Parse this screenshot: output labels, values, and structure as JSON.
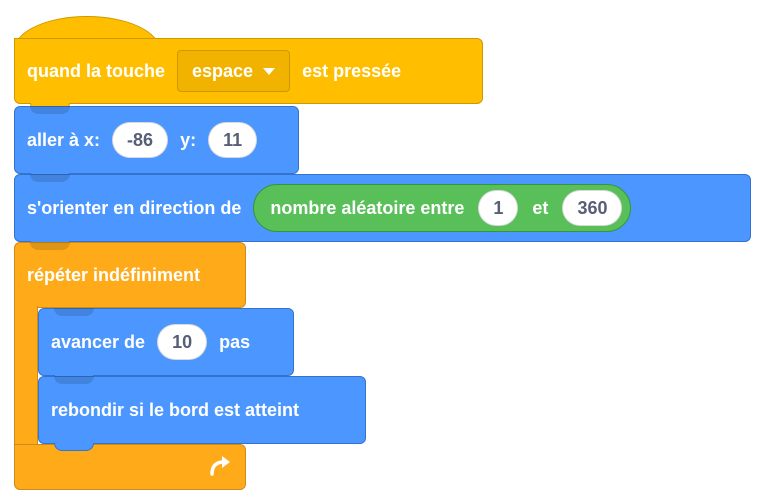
{
  "event_block": {
    "text_before": "quand la touche",
    "key": "espace",
    "text_after": "est pressée"
  },
  "goto_block": {
    "label_x": "aller à x:",
    "x": "-86",
    "label_y": "y:",
    "y": "11"
  },
  "direction_block": {
    "label": "s'orienter en direction de",
    "reporter": {
      "label": "nombre aléatoire entre",
      "min": "1",
      "and_label": "et",
      "max": "360"
    }
  },
  "forever_block": {
    "label": "répéter indéfiniment",
    "loop_icon": "loop-arrow-icon"
  },
  "move_block": {
    "label_before": "avancer de",
    "steps": "10",
    "label_after": "pas"
  },
  "bounce_block": {
    "label": "rebondir si le bord est atteint"
  },
  "colors": {
    "events": "#ffbf00",
    "motion": "#4c97ff",
    "control": "#ffab19",
    "operators": "#59c059"
  }
}
